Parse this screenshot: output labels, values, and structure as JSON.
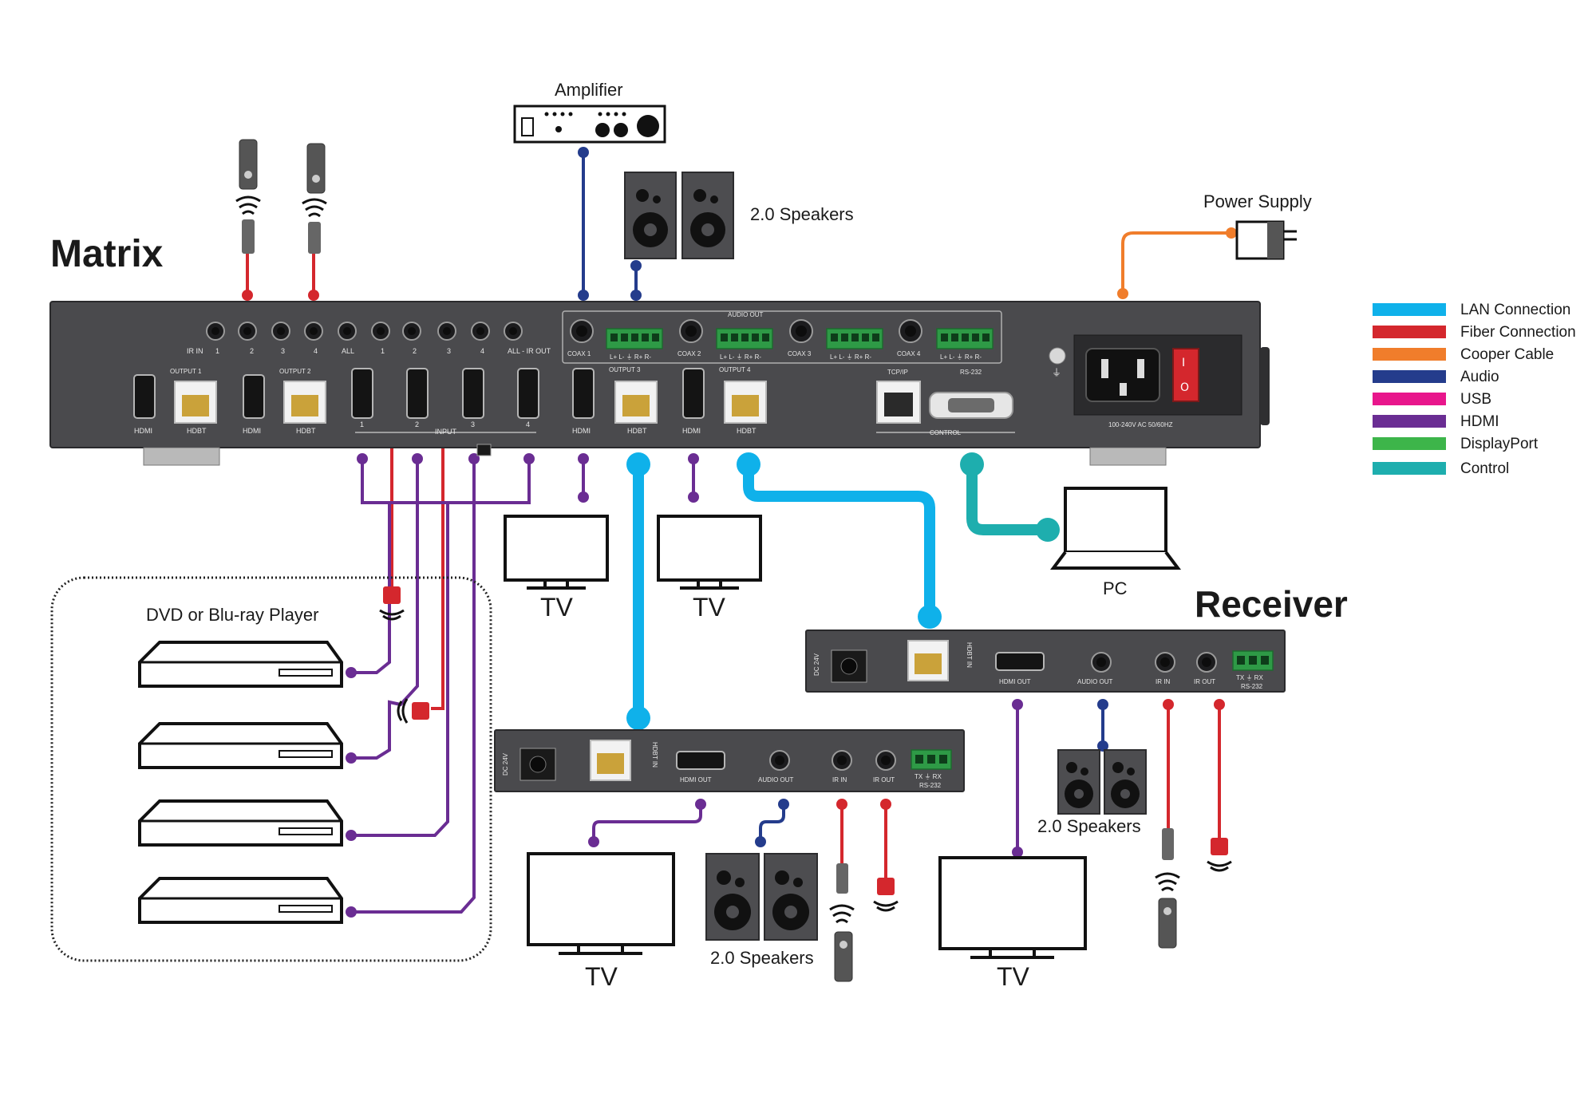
{
  "titles": {
    "matrix": "Matrix",
    "receiver": "Receiver"
  },
  "labels": {
    "amplifier": "Amplifier",
    "speakers_top": "2.0 Speakers",
    "power_supply": "Power Supply",
    "pc": "PC",
    "dvd_group": "DVD or Blu-ray Player",
    "tv": "TV",
    "speakers_rx1": "2.0 Speakers",
    "speakers_rx2": "2.0 Speakers"
  },
  "matrix_panel": {
    "ir_in": "IR IN",
    "ir_in_nums": [
      "1",
      "2",
      "3",
      "4"
    ],
    "ir_all": "ALL",
    "ir_out_nums": [
      "1",
      "2",
      "3",
      "4"
    ],
    "ir_out_all": "ALL - IR OUT",
    "output1": "OUTPUT 1",
    "output2": "OUTPUT 2",
    "output3": "OUTPUT 3",
    "output4": "OUTPUT 4",
    "hdmi": "HDMI",
    "hdbt": "HDBT",
    "input": "INPUT",
    "input_nums": [
      "1",
      "2",
      "3",
      "4"
    ],
    "audio_out": "AUDIO OUT",
    "coax": [
      "COAX 1",
      "COAX 2",
      "COAX 3",
      "COAX 4"
    ],
    "audio_pins": "L+ L- ⏚ R+ R-",
    "tcpip": "TCP/IP",
    "rs232": "RS-232",
    "control": "CONTROL",
    "power_rating": "100-240V AC 50/60HZ"
  },
  "receiver_panel": {
    "dc": "DC 24V",
    "hdbt_in": "HDBT IN",
    "hdmi_out": "HDMI OUT",
    "audio_out": "AUDIO OUT",
    "ir_in": "IR IN",
    "ir_out": "IR OUT",
    "rs232_pins": "TX ⏚ RX",
    "rs232": "RS-232"
  },
  "legend": [
    {
      "label": "LAN Connection",
      "color": "#0fb1ea"
    },
    {
      "label": "Fiber Connection",
      "color": "#d4272d"
    },
    {
      "label": "Cooper Cable",
      "color": "#f07d2b"
    },
    {
      "label": "Audio",
      "color": "#243c8c"
    },
    {
      "label": "USB",
      "color": "#e8168c"
    },
    {
      "label": "HDMI",
      "color": "#6a2d93"
    },
    {
      "label": "DisplayPort",
      "color": "#3db54a"
    },
    {
      "label": "Control",
      "color": "#1eaeae"
    }
  ]
}
